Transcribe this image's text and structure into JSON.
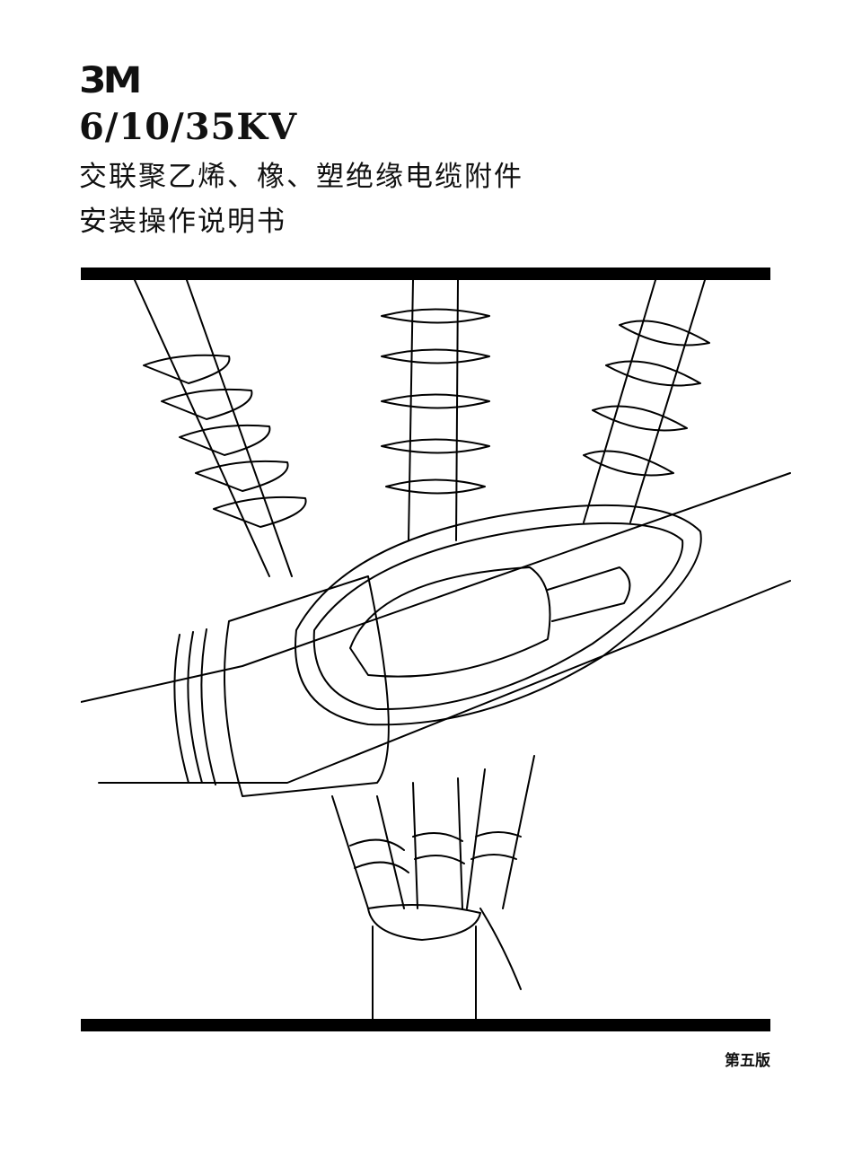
{
  "cover": {
    "brand": "3M",
    "voltage": "6/10/35KV",
    "title_line1": "交联聚乙烯、橡、塑绝缘电缆附件",
    "title_line2": "安装操作说明书",
    "edition": "第五版"
  },
  "illustration": {
    "subject": "cable-termination-drawing"
  }
}
